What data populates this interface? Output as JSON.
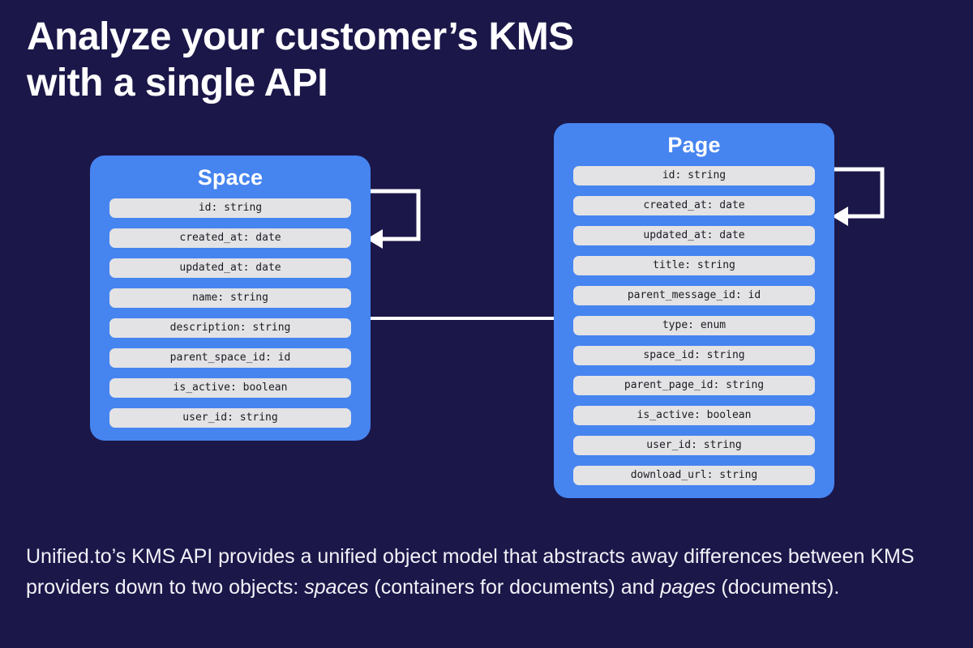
{
  "headline": "Analyze your customer’s KMS\nwith a single API",
  "theme": {
    "background": "#1b1749",
    "card_blue": "#4684f0",
    "field_grey": "#e3e3e5",
    "text_white": "#ffffff",
    "connector_white": "#ffffff"
  },
  "diagram": {
    "entities": [
      {
        "name": "space",
        "title": "Space",
        "fields": [
          "id: string",
          "created_at: date",
          "updated_at: date",
          "name: string",
          "description: string",
          "parent_space_id: id",
          "is_active: boolean",
          "user_id: string"
        ]
      },
      {
        "name": "page",
        "title": "Page",
        "fields": [
          "id: string",
          "created_at: date",
          "updated_at: date",
          "title: string",
          "parent_message_id: id",
          "type: enum",
          "space_id: string",
          "parent_page_id: string",
          "is_active: boolean",
          "user_id: string",
          "download_url: string"
        ]
      }
    ],
    "connectors": [
      {
        "name": "space-self-reference-arrow",
        "kind": "self-loop",
        "from": "space",
        "to": "space"
      },
      {
        "name": "page-self-reference-arrow",
        "kind": "self-loop",
        "from": "page",
        "to": "page"
      },
      {
        "name": "space-to-page-link",
        "kind": "line",
        "from": "space",
        "to": "page"
      }
    ]
  },
  "caption": {
    "part1": "Unified.to’s KMS API provides a unified object model that abstracts away differences between KMS providers down to two objects: ",
    "em1": "spaces",
    "part2": " (containers for documents) and ",
    "em2": "pages",
    "part3": " (documents)."
  }
}
